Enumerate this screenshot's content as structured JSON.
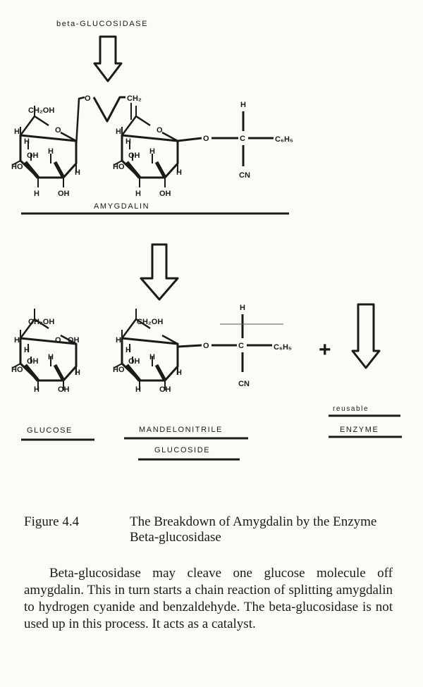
{
  "diagram": {
    "enzyme_label": "beta-GLUCOSIDASE",
    "amygdalin_label": "AMYGDALIN",
    "glucose_label": "GLUCOSE",
    "mandelonitrile_label_1": "MANDELONITRILE",
    "mandelonitrile_label_2": "GLUCOSIDE",
    "reusable_label": "reusable",
    "enzyme_bottom_label": "ENZYME",
    "plus_sign": "+",
    "atoms": {
      "ch2oh": "CH₂OH",
      "ch2": "CH₂",
      "o": "O",
      "h": "H",
      "oh": "OH",
      "ho": "HO",
      "c": "C",
      "cn": "CN",
      "c6h5": "C₆H₅"
    }
  },
  "caption": {
    "number": "Figure 4.4",
    "title": "The Breakdown of Amygdalin by the Enzyme Beta-glucosidase"
  },
  "body_text": "Beta-glucosidase may cleave one glucose molecule off amygdalin. This in turn starts a chain reaction of splitting amygdalin to hydrogen cyanide and benzaldehyde. The beta-glucosidase is not used up in this process. It acts as a catalyst."
}
